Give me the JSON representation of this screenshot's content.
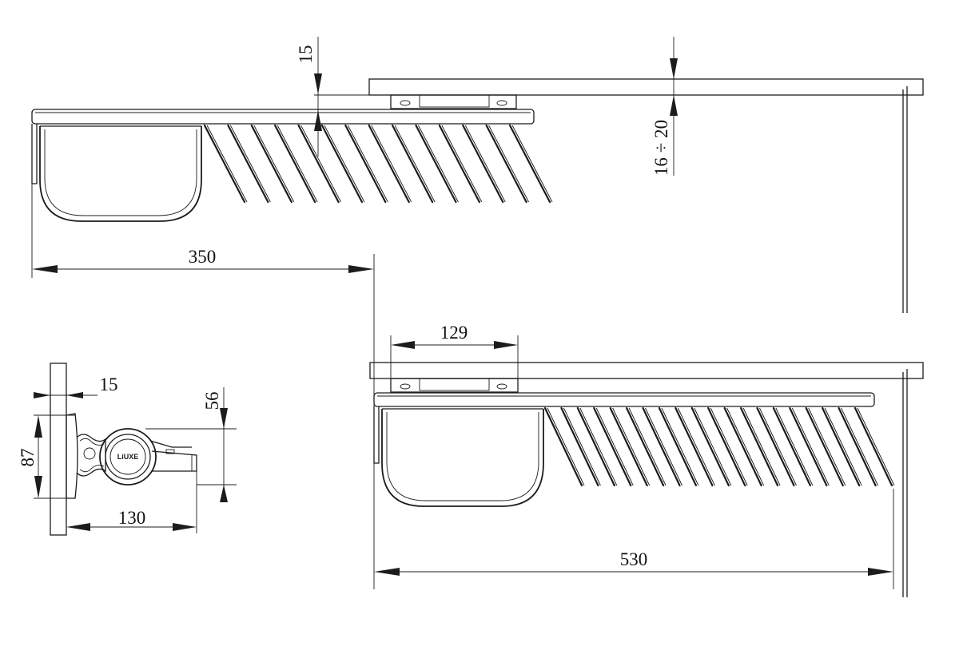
{
  "dimensions": {
    "top_width": "350",
    "top_offset": "15",
    "top_gap": "16 ÷ 20",
    "bottom_width": "530",
    "bottom_bracket": "129",
    "side_offset": "15",
    "side_height": "87",
    "side_depth": "130",
    "side_drop": "56"
  },
  "logo": {
    "text": "LiUXE"
  },
  "rods": {
    "top_count": 14,
    "bottom_count": 20
  }
}
